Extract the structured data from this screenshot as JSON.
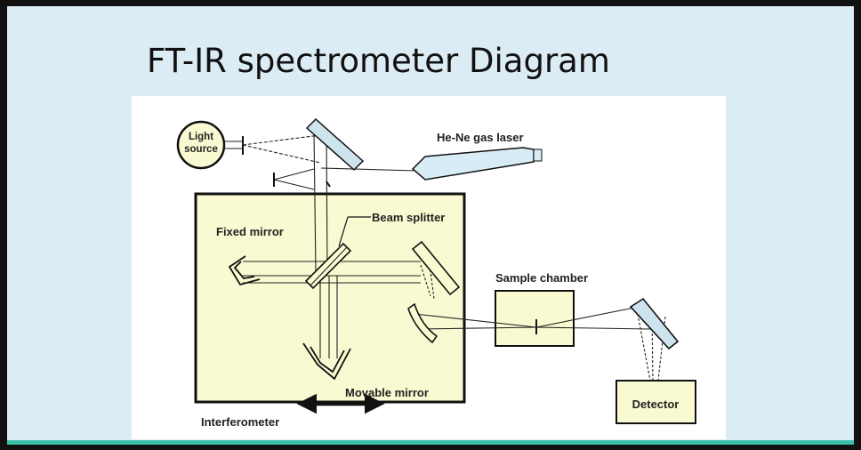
{
  "slide": {
    "title": "FT-IR spectrometer Diagram"
  },
  "diagram": {
    "light_source": [
      "Light",
      "source"
    ],
    "laser": "He-Ne gas laser",
    "beam_splitter": "Beam splitter",
    "fixed_mirror": "Fixed mirror",
    "movable_mirror": "Movable mirror",
    "sample_chamber": "Sample chamber",
    "detector": "Detector",
    "interferometer": "Interferometer"
  },
  "colors": {
    "slide_background": "#dcecf4",
    "accent_bar": "#3cc0a8",
    "box_fill": "#fafad2",
    "laser_fill": "#d8ecf6"
  }
}
